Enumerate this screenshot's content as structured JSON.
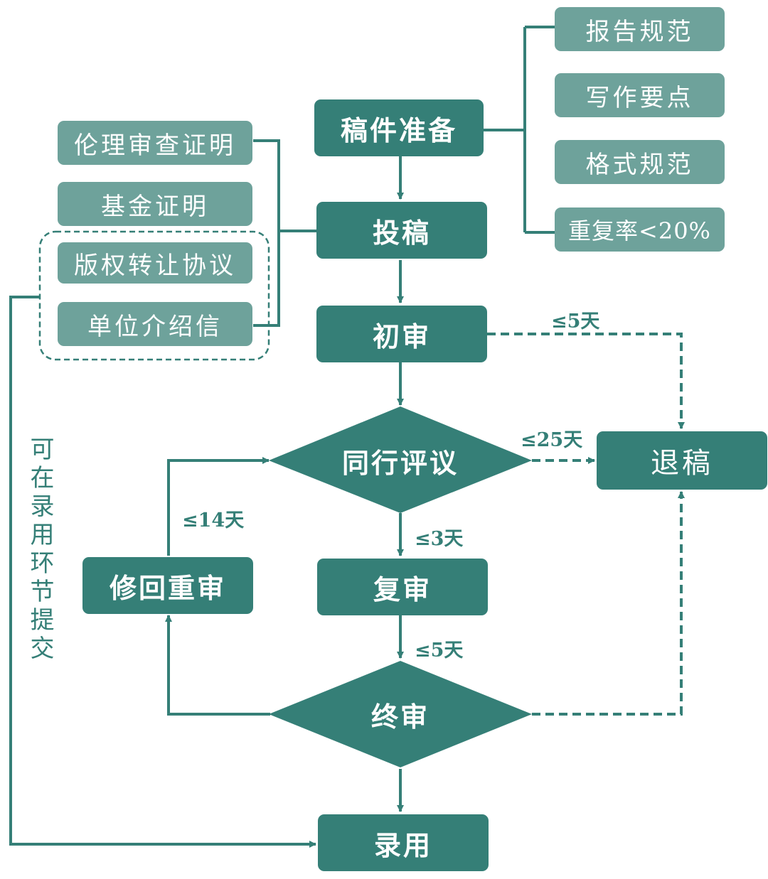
{
  "colors": {
    "main": "#357f77",
    "side": "#6ea29b",
    "line": "#357f77"
  },
  "left_docs": [
    "伦理审查证明",
    "基金证明",
    "版权转让协议",
    "单位介绍信"
  ],
  "right_reqs": [
    "报告规范",
    "写作要点",
    "格式规范",
    "重复率<20%"
  ],
  "steps": {
    "prepare": "稿件准备",
    "submit": "投稿",
    "initial": "初审",
    "peer": "同行评议",
    "second": "复审",
    "final": "终审",
    "accept": "录用",
    "revise": "修回重审",
    "reject": "退稿"
  },
  "times": {
    "initial_reject": "≤5天",
    "peer_reject": "≤25天",
    "revise": "≤14天",
    "peer_second": "≤3天",
    "second_final": "≤5天"
  },
  "side_note": "可在录用环节提交"
}
